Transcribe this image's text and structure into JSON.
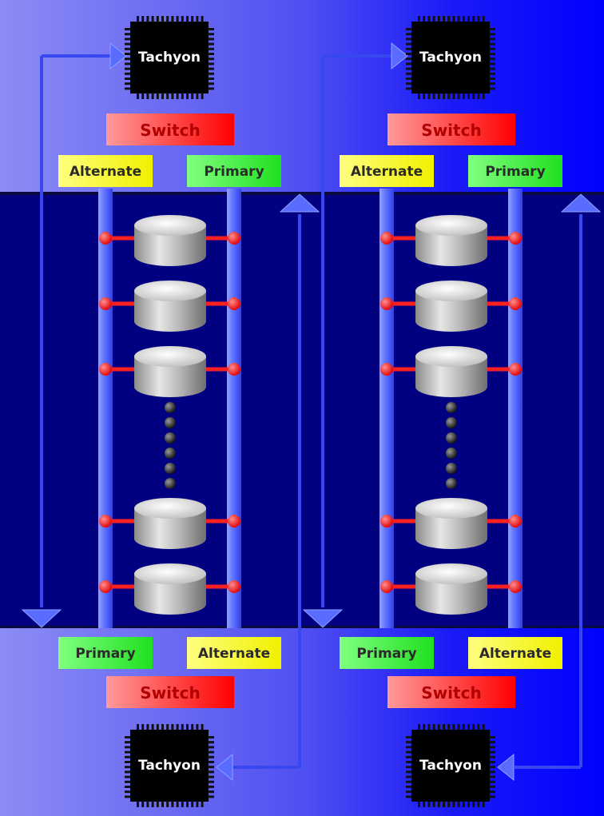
{
  "colors": {
    "band_light": "#8c8cf4",
    "band_mid": "#3c3cf0",
    "band_deep": "#0000ff",
    "middle_bg": "#000080",
    "bus": "#5a6cff",
    "link": "#ff2020",
    "switch_left": "#ff9090",
    "switch_right": "#ff0000",
    "alternate": "#ffff40",
    "primary": "#40ff40",
    "chip": "#000000"
  },
  "labels": {
    "tachyon": "Tachyon",
    "switch": "Switch",
    "alternate": "Alternate",
    "primary": "Primary"
  },
  "loops": [
    {
      "top": {
        "chip": "Tachyon",
        "switch": "Switch",
        "port_a": "Alternate",
        "port_b": "Primary"
      },
      "bottom": {
        "chip": "Tachyon",
        "switch": "Switch",
        "port_a": "Primary",
        "port_b": "Alternate"
      },
      "disk_count_shown": 5,
      "ellipsis_dots": 6
    },
    {
      "top": {
        "chip": "Tachyon",
        "switch": "Switch",
        "port_a": "Alternate",
        "port_b": "Primary"
      },
      "bottom": {
        "chip": "Tachyon",
        "switch": "Switch",
        "port_a": "Primary",
        "port_b": "Alternate"
      },
      "disk_count_shown": 5,
      "ellipsis_dots": 6
    }
  ],
  "icons": {
    "chip": "chip-icon",
    "disk": "disk-icon",
    "arrow": "arrow-icon",
    "node": "node-dot-icon"
  }
}
